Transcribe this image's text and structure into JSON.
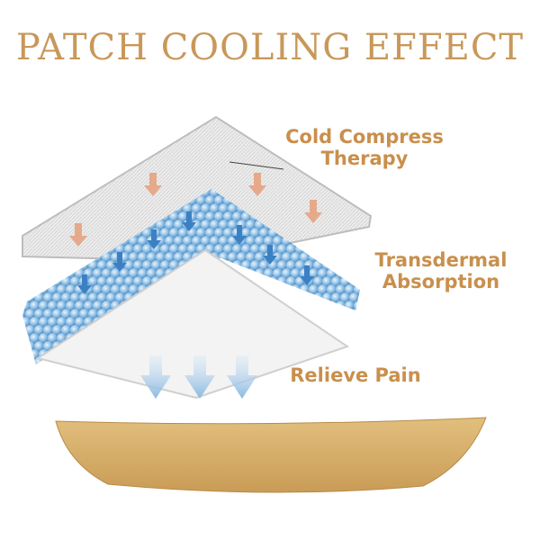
{
  "title": "PATCH COOLING EFFECT",
  "labels": {
    "layer1_line1": "Cold Compress",
    "layer1_line2": "Therapy",
    "layer2_line1": "Transdermal",
    "layer2_line2": "Absorption",
    "layer3": "Relieve Pain"
  },
  "colors": {
    "title": "#c8985a",
    "label": "#c98f4c",
    "heat_arrow": "#e6a98a",
    "bead": "#7fb3dd",
    "flow_arrow": "#9cc4e6",
    "skin": "#d4ac6a"
  }
}
